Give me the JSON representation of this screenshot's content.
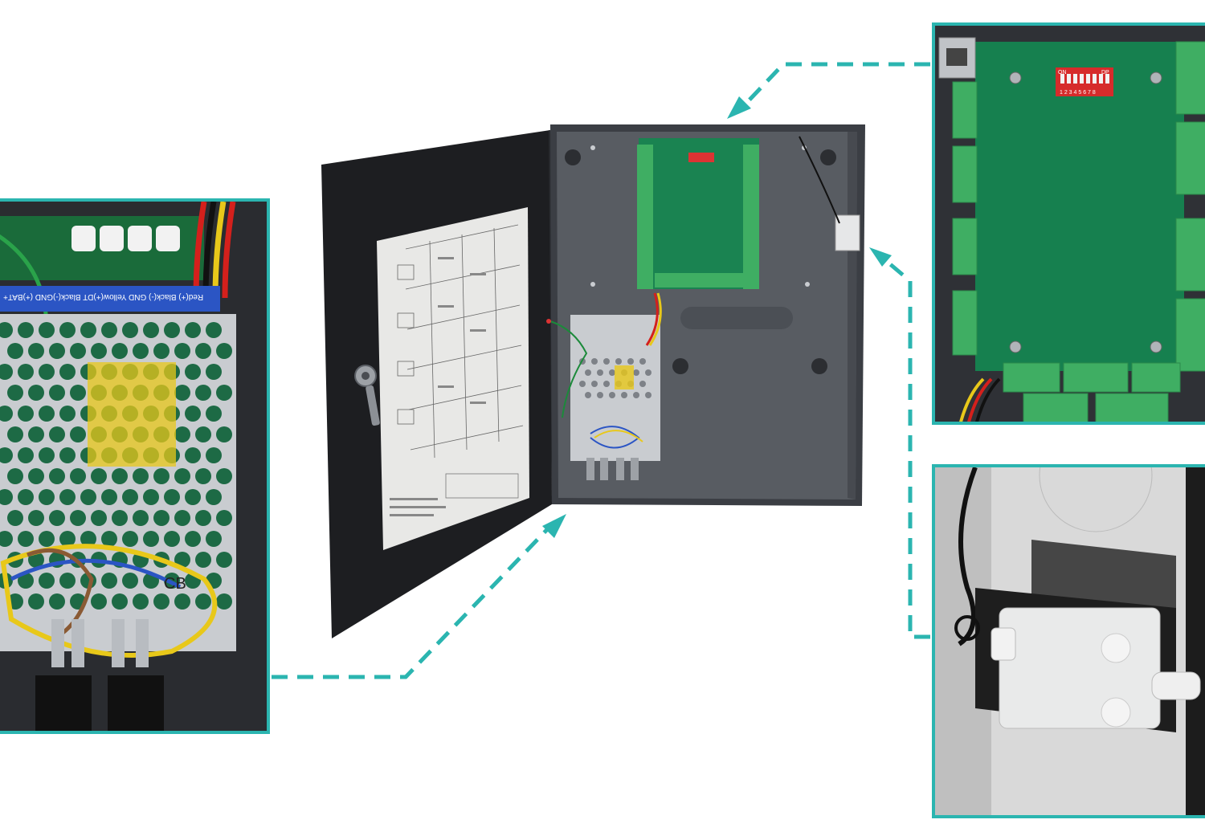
{
  "colors": {
    "accent": "#2bb5b0",
    "enclosure": "#3b3e44",
    "enclosure_inner": "#55595f",
    "door": "#1d1e21",
    "pcb": "#16804f",
    "terminal": "#3fae63",
    "psu_metal": "#c9ccd0",
    "wire_red": "#d4201c",
    "wire_yellow": "#e8c81a",
    "wire_blue": "#2b55c4",
    "wire_black": "#111111",
    "tamper": "#e9eaea"
  },
  "icons": {
    "door_lock": "key-lock-icon",
    "dip_switch": "dip-switch-icon",
    "network_port": "ethernet-port-icon"
  },
  "labels": {
    "dip_on": "ON",
    "dip_dp": "DP",
    "dip_numbers": "1 2 3 4 5 6 7 8",
    "psu_wire_legend": "Red(+) Black(-) GND Yellow(+)DT Black(-)GND (+)BAT+",
    "psu_cert": "CB"
  }
}
